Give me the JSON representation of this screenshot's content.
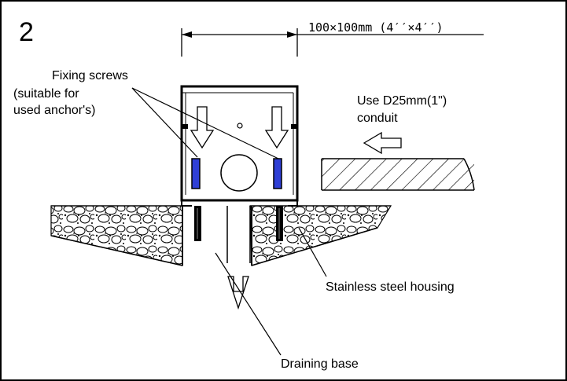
{
  "diagram": {
    "step_number": "2",
    "dimension_label": "100×100mm (4′′×4′′)",
    "labels": {
      "fixing_screws": [
        "Fixing screws",
        "(suitable  for",
        "used anchor's)"
      ],
      "conduit": [
        "Use D25mm(1\")",
        "conduit"
      ],
      "housing": "Stainless steel housing",
      "draining_base": "Draining base"
    },
    "colors": {
      "line": "#000000",
      "screw": "#2f3fd6",
      "background": "#ffffff"
    }
  }
}
